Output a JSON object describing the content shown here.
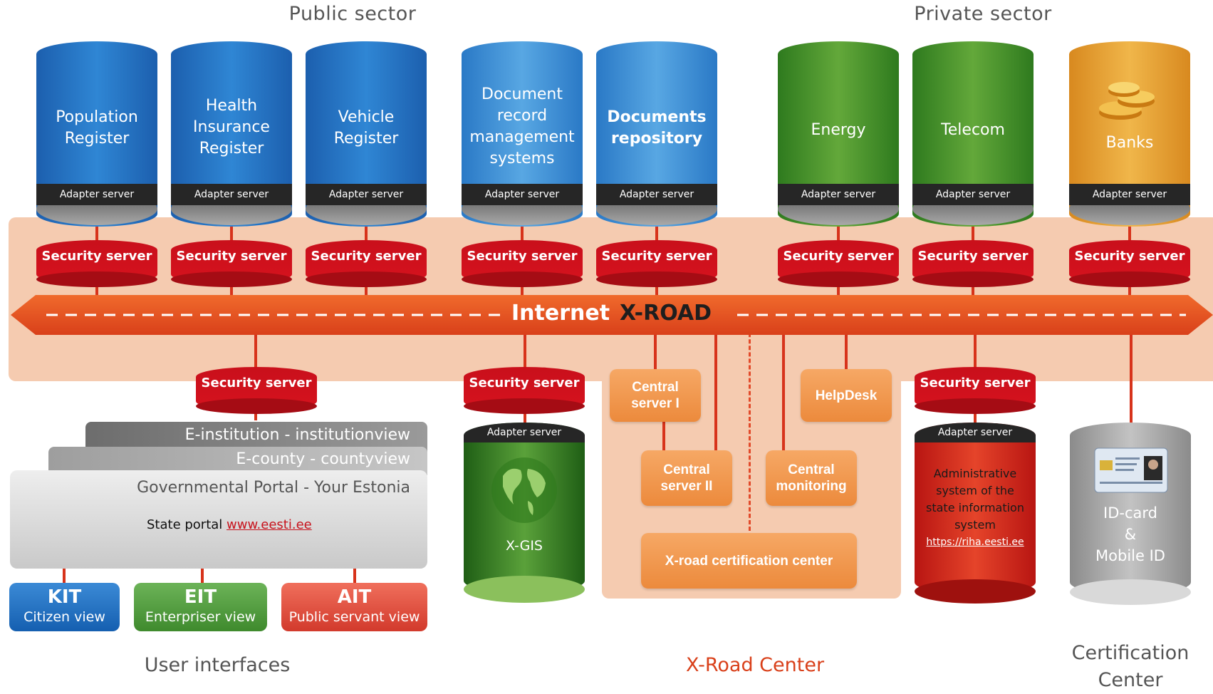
{
  "sectors": {
    "public": "Public sector",
    "private": "Private sector"
  },
  "databases": [
    {
      "label_lines": [
        "Population",
        "Register"
      ],
      "adapter": "Adapter server"
    },
    {
      "label_lines": [
        "Health",
        "Insurance",
        "Register"
      ],
      "adapter": "Adapter server"
    },
    {
      "label_lines": [
        "Vehicle",
        "Register"
      ],
      "adapter": "Adapter server"
    },
    {
      "label_lines": [
        "Document",
        "record",
        "management",
        "systems"
      ],
      "adapter": "Adapter server"
    },
    {
      "label_lines": [
        "Documents",
        "repository"
      ],
      "adapter": "Adapter server"
    },
    {
      "label_lines": [
        "Energy"
      ],
      "adapter": "Adapter server"
    },
    {
      "label_lines": [
        "Telecom"
      ],
      "adapter": "Adapter server"
    },
    {
      "label_lines": [
        "Banks"
      ],
      "adapter": "Adapter server"
    }
  ],
  "security_server_label": "Security server",
  "road": {
    "internet": "Internet",
    "xroad": "X-ROAD"
  },
  "center_boxes": {
    "central1": [
      "Central",
      "server I"
    ],
    "central2": [
      "Central",
      "server II"
    ],
    "monitoring": [
      "Central",
      "monitoring"
    ],
    "helpdesk": "HelpDesk",
    "certification": "X-road certification center"
  },
  "portal": {
    "institution": "E-institution - institutionview",
    "county": "E-county - countyview",
    "governmental": "Governmental Portal - Your Estonia",
    "state_portal_prefix": "State portal",
    "state_portal_link": "www.eesti.ee"
  },
  "ui_buttons": [
    {
      "big": "KIT",
      "small": "Citizen view",
      "color": "#1f6fc4"
    },
    {
      "big": "EIT",
      "small": "Enterpriser view",
      "color": "#4d9b3a"
    },
    {
      "big": "AIT",
      "small": "Public servant view",
      "color": "#e0473a"
    }
  ],
  "xgis": {
    "adapter": "Adapter server",
    "label": "X-GIS"
  },
  "riha": {
    "adapter": "Adapter server",
    "lines": [
      "Administrative",
      "system of the",
      "state information",
      "system"
    ],
    "link": "https://riha.eesti.ee"
  },
  "idcard": {
    "lines": [
      "ID-card",
      "&",
      "Mobile ID"
    ]
  },
  "bottom_titles": {
    "user_interfaces": "User interfaces",
    "xroad_center": "X-Road Center",
    "certification_center": [
      "Certification",
      "Center"
    ]
  },
  "colors": {
    "red": "#d6121e",
    "orange": "#ee8a3c",
    "band": "#f5cbb0",
    "blue": "#1e6cb8",
    "green": "#3e8a2a",
    "bank": "#e8a33a"
  },
  "icons": [
    "coins-icon",
    "globe-icon",
    "id-card-icon"
  ]
}
